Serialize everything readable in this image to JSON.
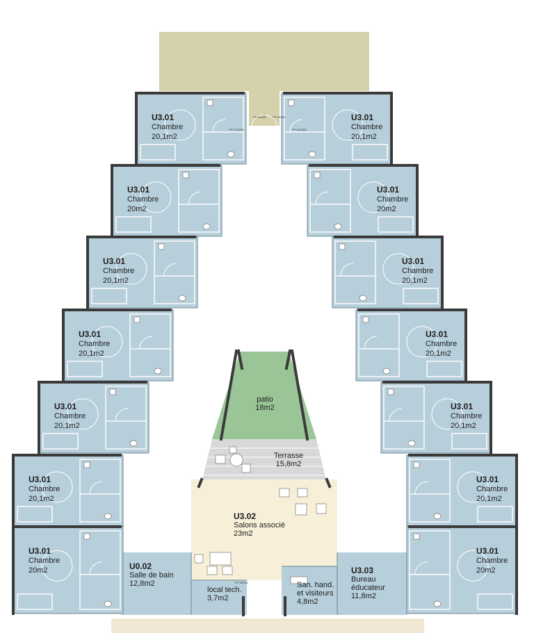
{
  "rooms_left": [
    {
      "code": "U3.01",
      "name": "Chambre",
      "area": "20,1m2"
    },
    {
      "code": "U3.01",
      "name": "Chambre",
      "area": "20m2"
    },
    {
      "code": "U3.01",
      "name": "Chambre",
      "area": "20,1m2"
    },
    {
      "code": "U3.01",
      "name": "Chambre",
      "area": "20,1m2"
    },
    {
      "code": "U3.01",
      "name": "Chambre",
      "area": "20,1m2"
    },
    {
      "code": "U3.01",
      "name": "Chambre",
      "area": "20,1m2"
    },
    {
      "code": "U3.01",
      "name": "Chambre",
      "area": "20m2"
    }
  ],
  "rooms_right": [
    {
      "code": "U3.01",
      "name": "Chambre",
      "area": "20,1m2"
    },
    {
      "code": "U3.01",
      "name": "Chambre",
      "area": "20m2"
    },
    {
      "code": "U3.01",
      "name": "Chambre",
      "area": "20,1m2"
    },
    {
      "code": "U3.01",
      "name": "Chambre",
      "area": "20,1m2"
    },
    {
      "code": "U3.01",
      "name": "Chambre",
      "area": "20,1m2"
    },
    {
      "code": "U3.01",
      "name": "Chambre",
      "area": "20,1m2"
    },
    {
      "code": "U3.01",
      "name": "Chambre",
      "area": "20m2"
    }
  ],
  "patio": {
    "name": "patio",
    "area": "18m2"
  },
  "terrasse": {
    "name": "Terrasse",
    "area": "15,8m2"
  },
  "salon": {
    "code": "U3.02",
    "name": "Salons associé",
    "area": "23m2"
  },
  "bath": {
    "code": "U0.02",
    "name": "Salle de bain",
    "area": "12,8m2"
  },
  "local": {
    "name": "local tech.",
    "area": "3,7m2"
  },
  "sanitaire": {
    "name1": "San. hand.",
    "name2": "et visiteurs",
    "area": "4,8m2"
  },
  "bureau": {
    "code": "U3.03",
    "name": "Bureau éducateur",
    "area": "11,8m2"
  },
  "door_tags": [
    "PP 110/205",
    "PP 110/205",
    "PF 90/205",
    "PF 90/205",
    "PP 90/205"
  ],
  "colors": {
    "room": "#b7cfdb",
    "patio": "#9ac597",
    "terrace": "#d8d8d8",
    "salon": "#f7efd8",
    "roof": "#d4d1ab",
    "walls": "#3a3a3a"
  }
}
